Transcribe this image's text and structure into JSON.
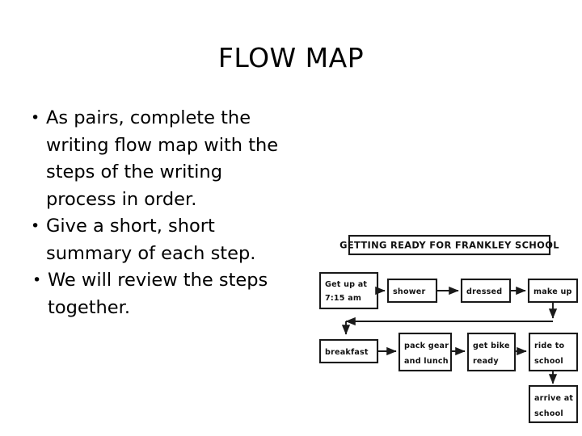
{
  "slide": {
    "title": "FLOW MAP",
    "bullets": [
      {
        "text": "As pairs, complete the writing flow map with the steps of the writing process in order.",
        "level": 1,
        "marker": "•"
      },
      {
        "text": "Give a short, short summary of each step.",
        "level": 1,
        "marker": "•"
      },
      {
        "text": "We will review the steps together.",
        "level": 2,
        "marker": "•"
      }
    ]
  },
  "flowchart": {
    "title": "GETTING READY FOR FRANKLEY SCHOOL",
    "nodes": [
      {
        "id": "get-up",
        "lines": [
          "Get up at",
          "7:15 am"
        ]
      },
      {
        "id": "shower",
        "lines": [
          "shower"
        ]
      },
      {
        "id": "dressed",
        "lines": [
          "dressed"
        ]
      },
      {
        "id": "make-up",
        "lines": [
          "make up"
        ]
      },
      {
        "id": "breakfast",
        "lines": [
          "breakfast"
        ]
      },
      {
        "id": "pack-gear",
        "lines": [
          "pack gear",
          "and lunch"
        ]
      },
      {
        "id": "get-bike",
        "lines": [
          "get bike",
          "ready"
        ]
      },
      {
        "id": "ride-to",
        "lines": [
          "ride to",
          "school"
        ]
      },
      {
        "id": "arrive-at",
        "lines": [
          "arrive at",
          "school"
        ]
      }
    ],
    "edges": [
      {
        "from": "get-up",
        "to": "shower"
      },
      {
        "from": "shower",
        "to": "dressed"
      },
      {
        "from": "dressed",
        "to": "make-up"
      },
      {
        "from": "make-up",
        "to": "breakfast"
      },
      {
        "from": "breakfast",
        "to": "pack-gear"
      },
      {
        "from": "pack-gear",
        "to": "get-bike"
      },
      {
        "from": "get-bike",
        "to": "ride-to"
      },
      {
        "from": "ride-to",
        "to": "arrive-at"
      }
    ]
  },
  "colors": {
    "background": "#ffffff",
    "ink": "#000000",
    "chart_ink": "#1a1a1a"
  }
}
